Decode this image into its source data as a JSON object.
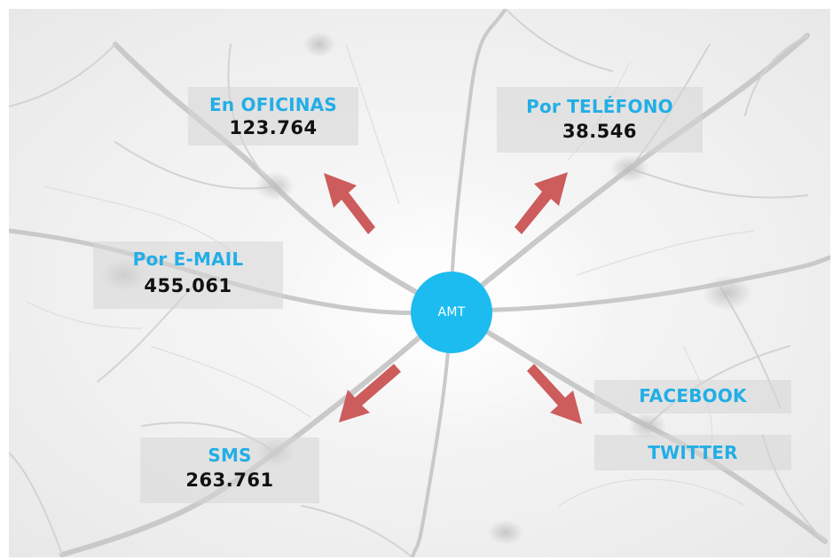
{
  "center": {
    "label": "AMT",
    "color": "#1cbcf0"
  },
  "channels": {
    "oficinas": {
      "title": "En OFICINAS",
      "value": "123.764"
    },
    "telefono": {
      "title": "Por TELÉFONO",
      "value": "38.546"
    },
    "email": {
      "title": "Por E-MAIL",
      "value": "455.061"
    },
    "sms": {
      "title": "SMS",
      "value": "263.761"
    },
    "facebook": {
      "title": "FACEBOOK"
    },
    "twitter": {
      "title": "TWITTER"
    }
  },
  "colors": {
    "title": "#22aee6",
    "value": "#111111",
    "arrow": "#cd5c5c",
    "box": "#d6d6d6"
  }
}
